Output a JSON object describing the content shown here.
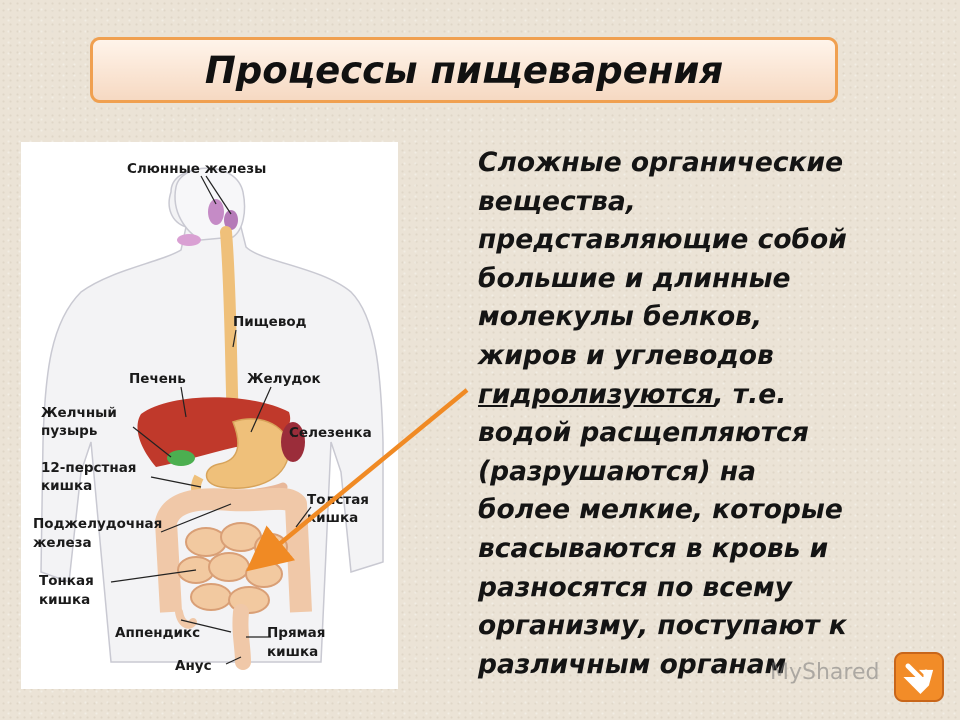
{
  "slide": {
    "title": "Процессы пищеварения",
    "body_lines": [
      {
        "text": "Сложные органические",
        "underlined": ""
      },
      {
        "text": "вещества,",
        "underlined": ""
      },
      {
        "text": "представляющие собой",
        "underlined": ""
      },
      {
        "text": "большие и длинные",
        "underlined": ""
      },
      {
        "text": "молекулы белков,",
        "underlined": ""
      },
      {
        "text": "жиров и углеводов",
        "underlined": ""
      },
      {
        "text": ", т.е.",
        "underlined": "гидролизуются"
      },
      {
        "text": "водой расщепляются",
        "underlined": ""
      },
      {
        "text": "(разрушаются) на",
        "underlined": ""
      },
      {
        "text": "более мелкие, которые",
        "underlined": ""
      },
      {
        "text": "всасываются в кровь и",
        "underlined": ""
      },
      {
        "text": "разносятся по всему",
        "underlined": ""
      },
      {
        "text": "организму, поступают к",
        "underlined": ""
      },
      {
        "text": "различным органам",
        "underlined": ""
      }
    ]
  },
  "figure": {
    "labels": {
      "salivary": "Слюнные железы",
      "esophagus": "Пищевод",
      "liver": "Печень",
      "stomach": "Желудок",
      "gallbladder_1": "Желчный",
      "gallbladder_2": "пузырь",
      "spleen": "Селезенка",
      "duodenum_1": "12-перстная",
      "duodenum_2": "кишка",
      "colon_1": "Толстая",
      "colon_2": "кишка",
      "pancreas_1": "Поджелудочная",
      "pancreas_2": "железа",
      "small_intestine_1": "Тонкая",
      "small_intestine_2": "кишка",
      "appendix": "Аппендикс",
      "rectum_1": "Прямая",
      "rectum_2": "кишка",
      "anus": "Анус"
    }
  },
  "watermark": "MyShared",
  "colors": {
    "accent_orange": "#f08a24",
    "title_border": "#f0a050",
    "liver": "#c0392b",
    "stomach": "#efc07a",
    "intestine": "#f2c9a0"
  },
  "icons": {
    "nav": "return-arrow-icon"
  }
}
